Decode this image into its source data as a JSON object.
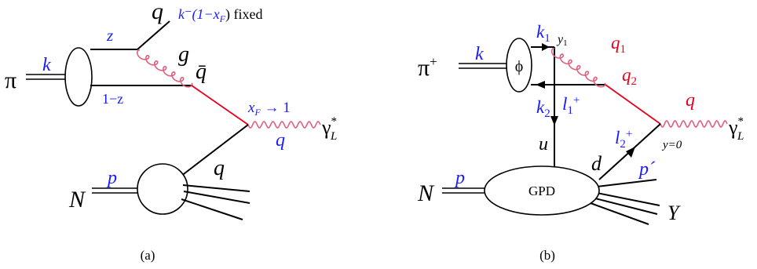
{
  "colors": {
    "ink": "#000000",
    "label_blue": "#1a1aff",
    "label_red": "#e8001c",
    "gluon": "#e0607e",
    "quark_red": "#e8001c"
  },
  "diagram_a": {
    "caption": "(a)",
    "pion": "π",
    "pion_momentum": "k",
    "frac_z": "z",
    "frac_1mz": "1−z",
    "outgoing_quark": "q",
    "kminus_label": "k⁻(1−x",
    "kminus_sub": "F",
    "fixed_label": ") fixed",
    "gluon": "g",
    "antiquark": "q̄",
    "xf_label": "x",
    "xf_sub": "F",
    "xf_arrow": " → 1",
    "photon": "γ",
    "photon_sup": "*",
    "photon_sub": "L",
    "photon_momentum": "q",
    "quark_from_nucleon": "q",
    "nucleon": "N",
    "nucleon_momentum": "p"
  },
  "diagram_b": {
    "caption": "(b)",
    "pion": "π",
    "pion_sup": "+",
    "pion_momentum": "k",
    "phi": "ϕ",
    "k1": "k",
    "k1_sub": "1",
    "k2": "k",
    "k2_sub": "2",
    "y1": "y",
    "y1_sub": "1",
    "q1": "q",
    "q1_sub": "1",
    "q2": "q",
    "q2_sub": "2",
    "q_label": "q",
    "photon": "γ",
    "photon_sup": "*",
    "photon_sub": "L",
    "l1": "l",
    "l1_sub": "1",
    "l1_sup": "+",
    "l2": "l",
    "l2_sub": "2",
    "l2_sup": "+",
    "u": "u",
    "d": "d",
    "y0": "y=0",
    "gpd": "GPD",
    "nucleon": "N",
    "nucleon_momentum": "p",
    "p_prime": "p´",
    "Y": "Y"
  }
}
